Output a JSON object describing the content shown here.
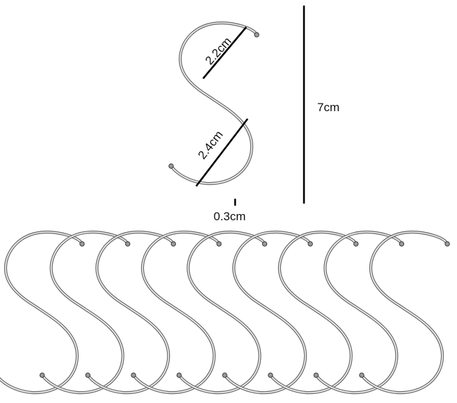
{
  "diagram": {
    "subject": "S-shaped hook",
    "colors": {
      "background": "#ffffff",
      "hook_metal": "#6f6f6f",
      "hook_highlight": "#f4f4f4",
      "dimension_line": "#000000"
    },
    "dimensions": {
      "top_curve_label": "2.2cm",
      "bottom_curve_label": "2.4cm",
      "height_label": "7cm",
      "wire_thickness_label": "0.3cm"
    },
    "hook_row": {
      "count": 9
    }
  }
}
